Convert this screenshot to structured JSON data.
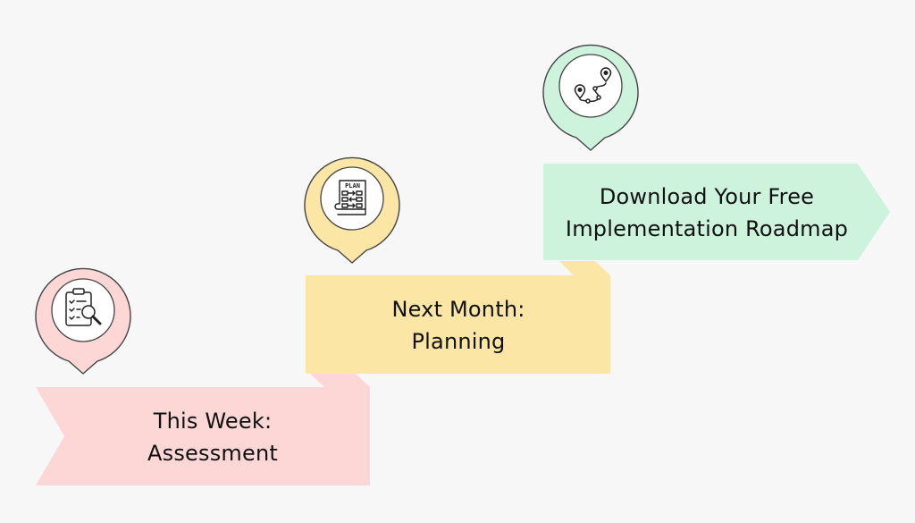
{
  "steps": [
    {
      "line1": "This Week:",
      "line2": "Assessment",
      "icon": "clipboard-search-icon",
      "color": "#fdd6d6"
    },
    {
      "line1": "Next Month:",
      "line2": "Planning",
      "icon": "plan-document-icon",
      "icon_text": "PLAN",
      "color": "#fbe6a6"
    },
    {
      "line1": "Download Your Free",
      "line2": "Implementation Roadmap",
      "icon": "route-map-icon",
      "color": "#cdf3dd"
    }
  ],
  "colors": {
    "pin_border": "#444444",
    "background": "#f7f7f7",
    "text": "#111111"
  }
}
